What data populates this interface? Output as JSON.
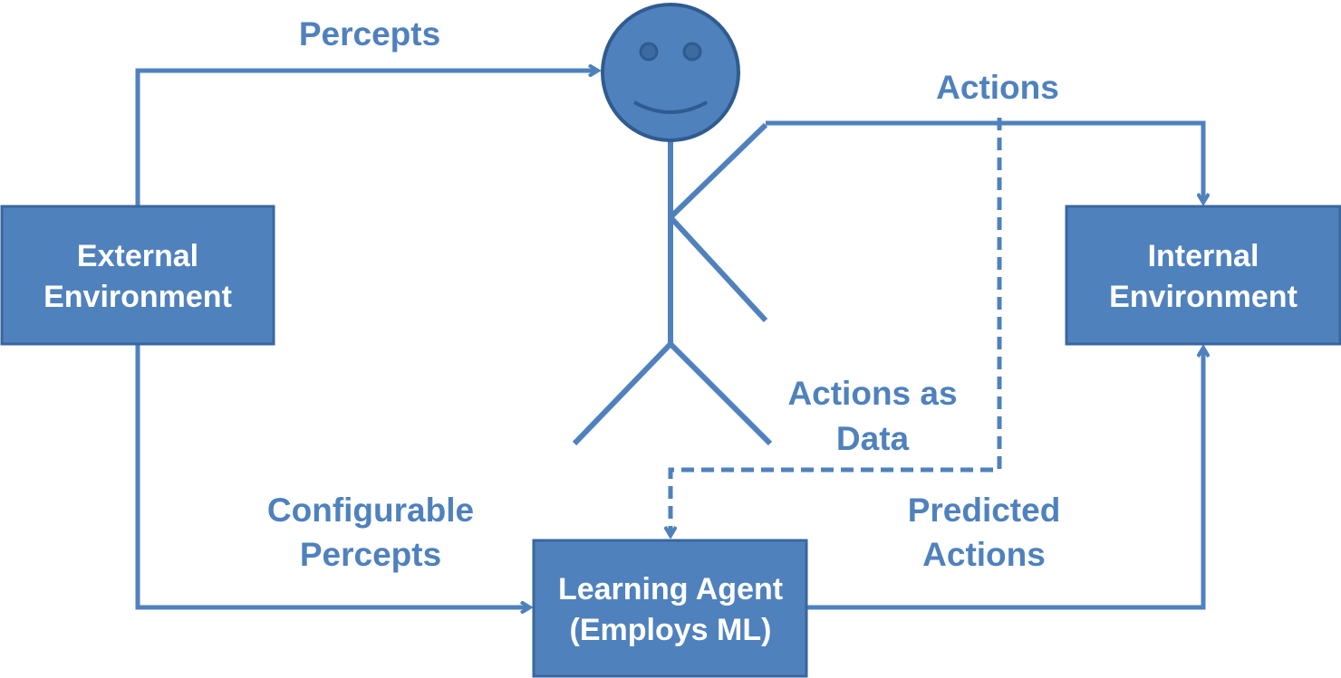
{
  "nodes": {
    "external": {
      "lines": [
        "External",
        "Environment"
      ]
    },
    "internal": {
      "lines": [
        "Internal",
        "Environment"
      ]
    },
    "agent": {
      "lines": [
        "Learning Agent",
        "(Employs ML)"
      ]
    }
  },
  "edges": {
    "percepts": {
      "lines": [
        "Percepts"
      ]
    },
    "actions": {
      "lines": [
        "Actions"
      ]
    },
    "actions_as_data": {
      "lines": [
        "Actions as",
        "Data"
      ]
    },
    "configurable_percepts": {
      "lines": [
        "Configurable",
        "Percepts"
      ]
    },
    "predicted_actions": {
      "lines": [
        "Predicted",
        "Actions"
      ]
    }
  },
  "figure": {
    "icon": "stick-figure-person-icon"
  },
  "colors": {
    "box_fill": "#4f81bd",
    "box_stroke": "#3a669e",
    "line": "#4f81bd",
    "text_on_box": "#ffffff",
    "label_text": "#4f81bd",
    "head_fill": "#4f81bd",
    "head_stroke": "#2f5b8f"
  }
}
